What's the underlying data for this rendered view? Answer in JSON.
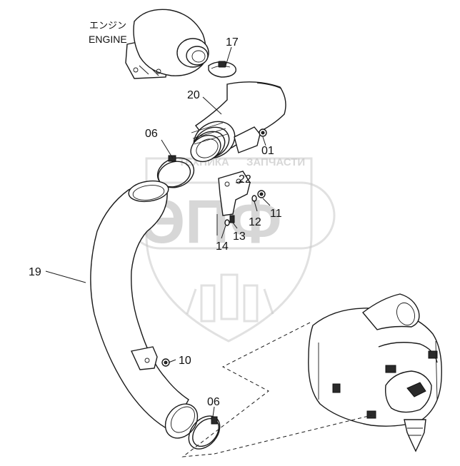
{
  "labels": {
    "engine_jp": "エンジン",
    "engine_en": "ENGINE",
    "p17": "17",
    "p20": "20",
    "p06_top": "06",
    "p01": "01",
    "p22": "22",
    "p11": "11",
    "p12": "12",
    "p13": "13",
    "p14": "14",
    "p19": "19",
    "p10": "10",
    "p06_bottom": "06"
  },
  "watermark": {
    "top_text": "ТЕХНИКА",
    "top_text_right": "ЗАПЧАСТИ",
    "big_text": "ЭПФ"
  }
}
